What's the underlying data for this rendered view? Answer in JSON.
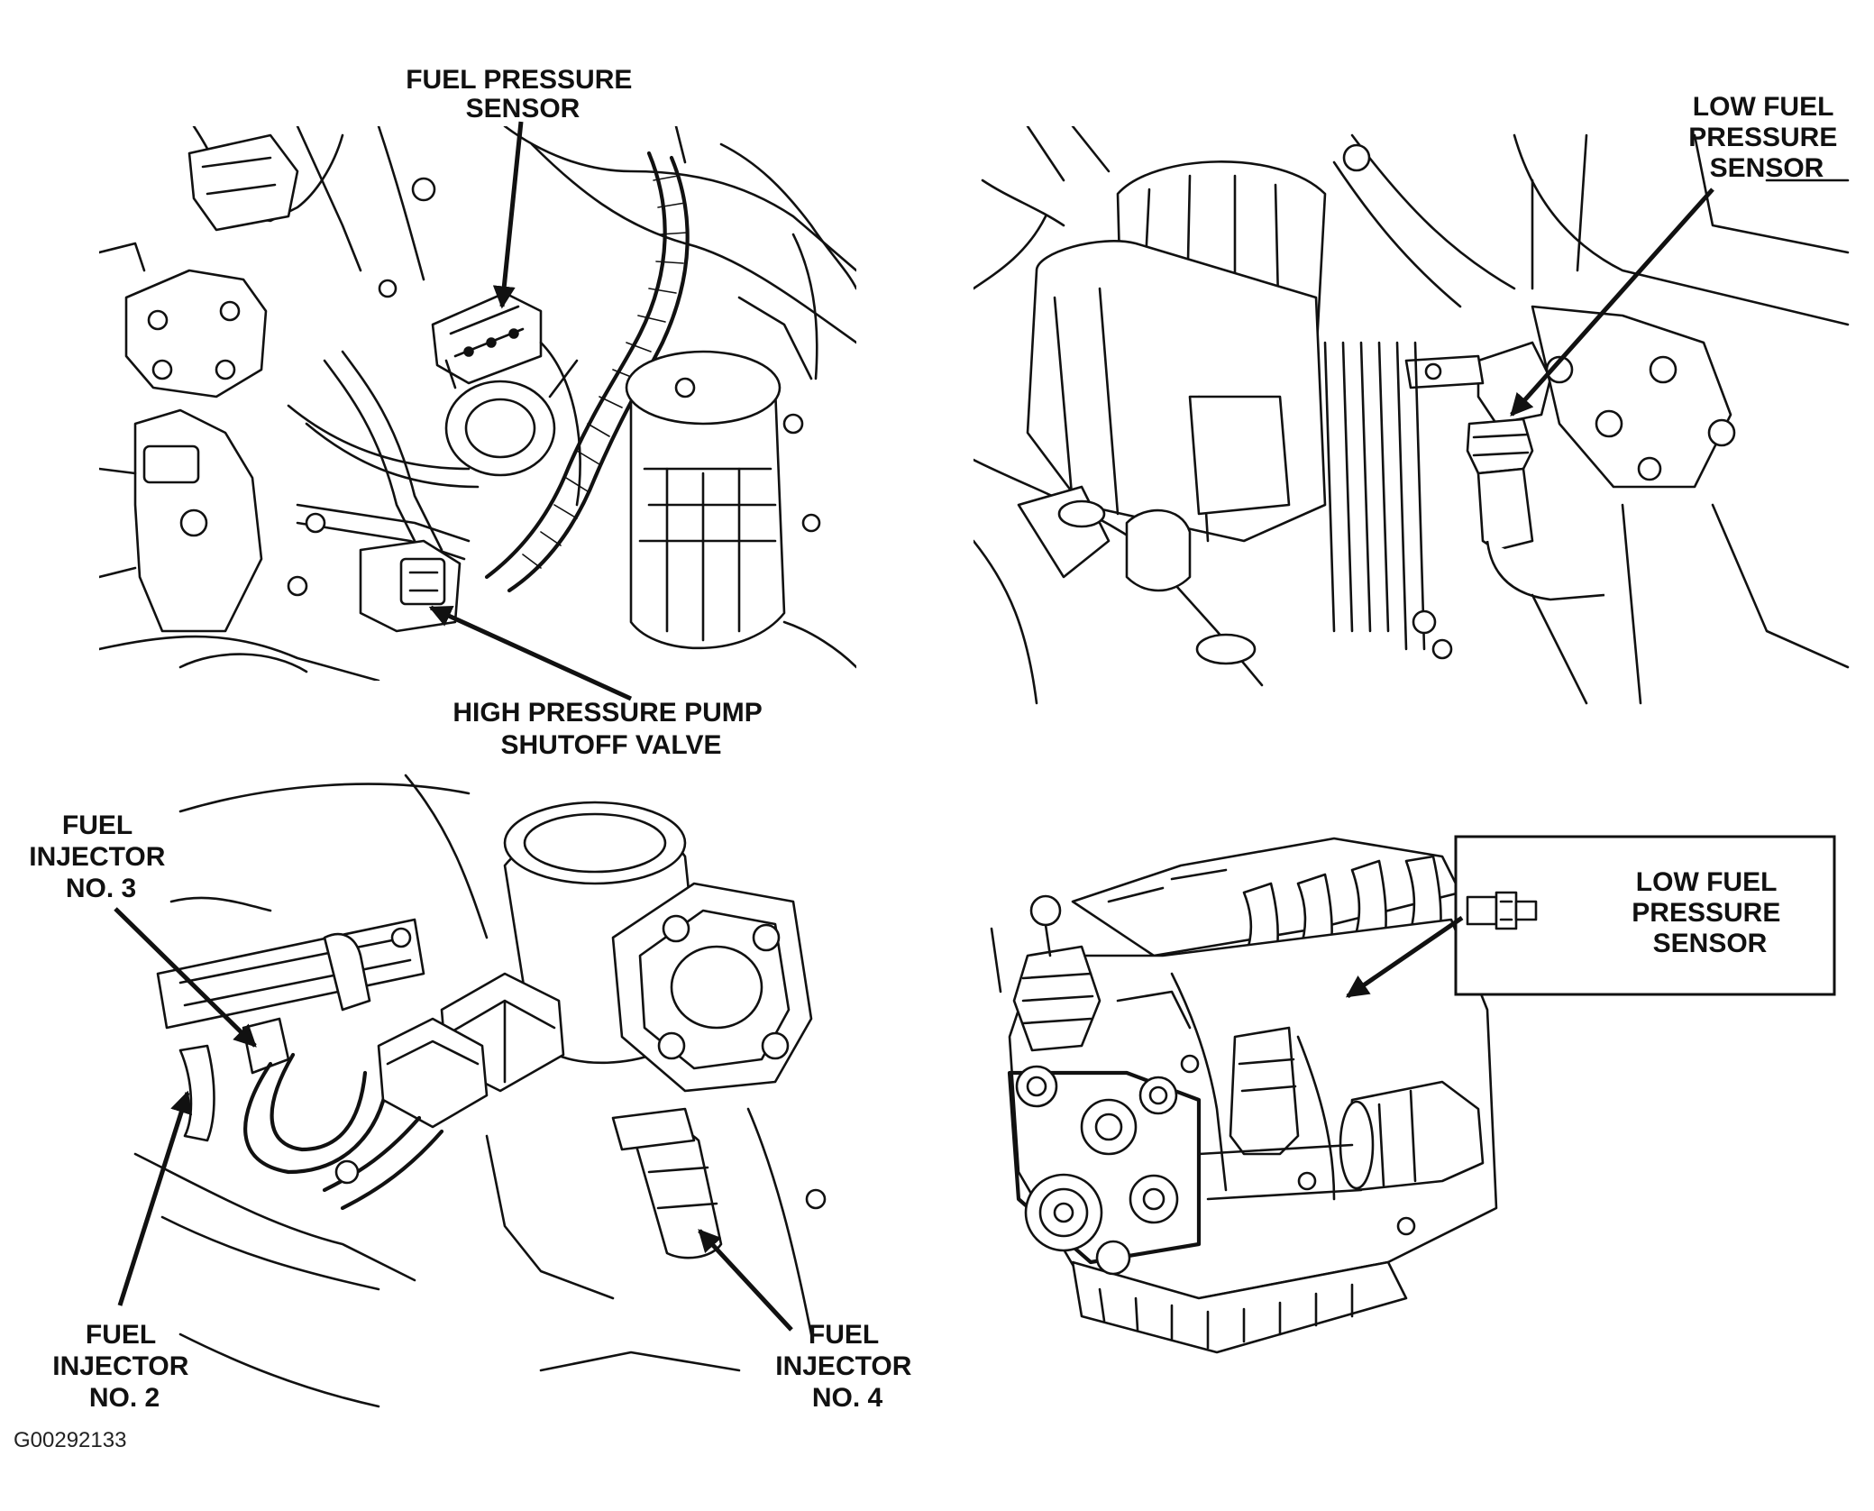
{
  "labels": {
    "fuel_pressure_sensor": [
      "FUEL PRESSURE",
      "SENSOR"
    ],
    "high_pressure_pump_shutoff_valve": [
      "HIGH PRESSURE PUMP",
      "SHUTOFF VALVE"
    ],
    "low_fuel_pressure_sensor_top": [
      "LOW FUEL",
      "PRESSURE",
      "SENSOR"
    ],
    "fuel_injector_no3": [
      "FUEL",
      "INJECTOR",
      "NO. 3"
    ],
    "fuel_injector_no2": [
      "FUEL",
      "INJECTOR",
      "NO. 2"
    ],
    "fuel_injector_no4": [
      "FUEL",
      "INJECTOR",
      "NO. 4"
    ],
    "legend_low_fuel_pressure_sensor": [
      "LOW FUEL",
      "PRESSURE",
      "SENSOR"
    ]
  },
  "figure_id": "G00292133"
}
